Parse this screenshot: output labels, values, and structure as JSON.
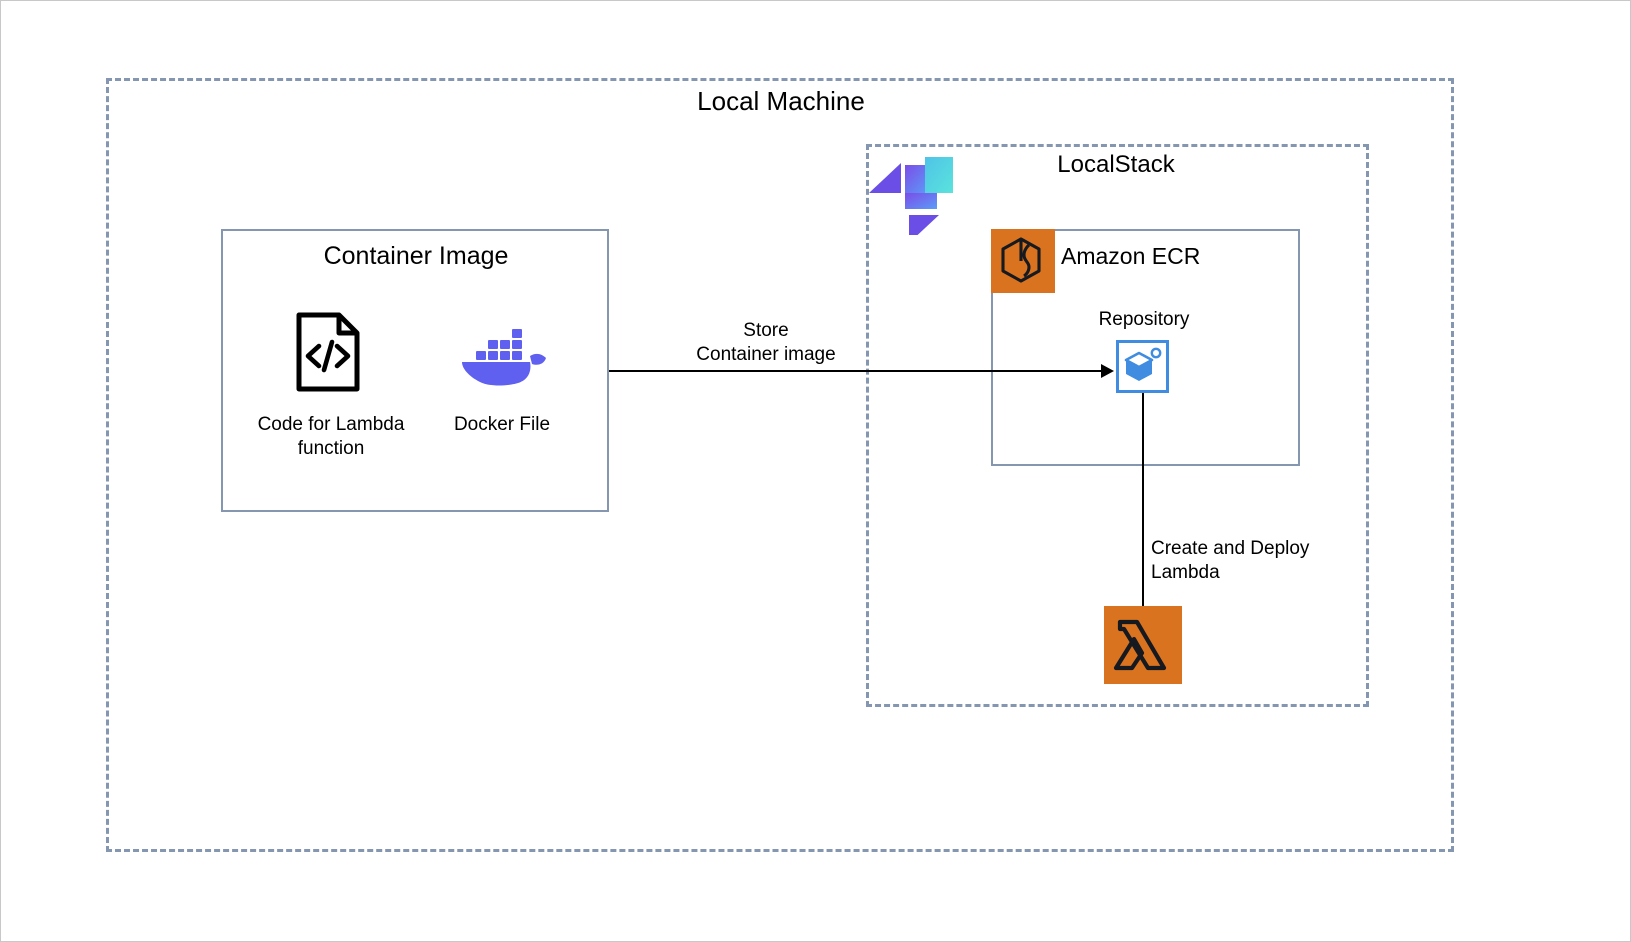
{
  "diagram": {
    "type": "architecture-diagram",
    "background_color": "#ffffff",
    "border_color": "#c8c8c8",
    "group_border_color": "#8496b0",
    "accent_orange": "#D9731F",
    "accent_blue": "#3F8CE0",
    "docker_purple": "#5F5FF0",
    "localstack_purple": "#6B4EE6",
    "localstack_cyan": "#4FD8E0"
  },
  "outer_group": {
    "title": "Local Machine"
  },
  "localstack_group": {
    "title": "LocalStack",
    "logo_name": "localstack-logo"
  },
  "container_image_group": {
    "title": "Container Image",
    "items": [
      {
        "icon": "code-file-icon",
        "label": "Code for Lambda\nfunction"
      },
      {
        "icon": "docker-whale-icon",
        "label": "Docker File"
      }
    ]
  },
  "ecr_group": {
    "title": "Amazon ECR",
    "icon": "amazon-ecr-icon",
    "repository": {
      "label": "Repository",
      "icon": "ecr-repository-icon"
    }
  },
  "lambda_node": {
    "icon": "aws-lambda-icon",
    "label": ""
  },
  "connectors": [
    {
      "name": "store-container-image-arrow",
      "label": "Store\nContainer image",
      "from": "container-image-group",
      "to": "ecr-repository-icon",
      "direction": "right"
    },
    {
      "name": "create-deploy-lambda-arrow",
      "label": "Create and Deploy\nLambda",
      "from": "ecr-repository-icon",
      "to": "aws-lambda-icon",
      "direction": "down"
    }
  ]
}
